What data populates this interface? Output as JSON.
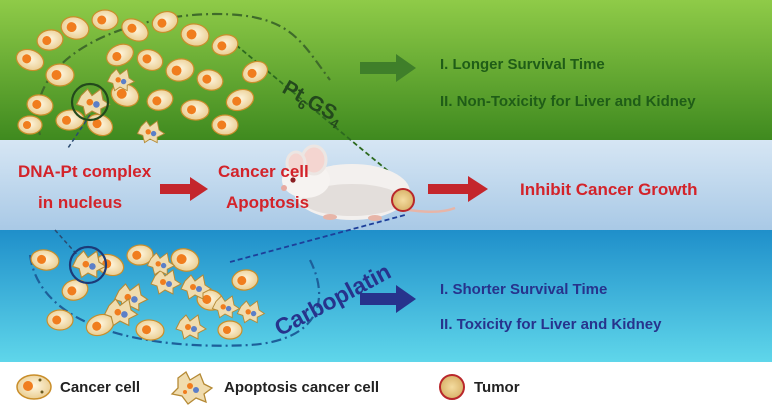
{
  "top_panel": {
    "drug_label_main": "Pt",
    "drug_label_sub1": "6",
    "drug_label_mid": "GS",
    "drug_label_sub2": "4",
    "outcome_1": "I.   Longer Survival Time",
    "outcome_2": "II.  Non-Toxicity for Liver and Kidney"
  },
  "middle_panel": {
    "step_1_line1": "DNA-Pt complex",
    "step_1_line2": "in nucleus",
    "step_2_line1": "Cancer cell",
    "step_2_line2": "Apoptosis",
    "result": "Inhibit  Cancer Growth"
  },
  "bottom_panel": {
    "drug_label": "Carboplatin",
    "outcome_1": "I.   Shorter Survival Time",
    "outcome_2": "II.  Toxicity for Liver and Kidney"
  },
  "legend": {
    "item_1": "Cancer cell",
    "item_2": "Apoptosis cancer cell",
    "item_3": "Tumor"
  },
  "colors": {
    "top_green": "#5fa52a",
    "mid_blue": "#bcd6ec",
    "bottom_cyan": "#2fa9d8",
    "red_text": "#d3232a",
    "green_text": "#1f5d17",
    "blue_text": "#27338c"
  }
}
